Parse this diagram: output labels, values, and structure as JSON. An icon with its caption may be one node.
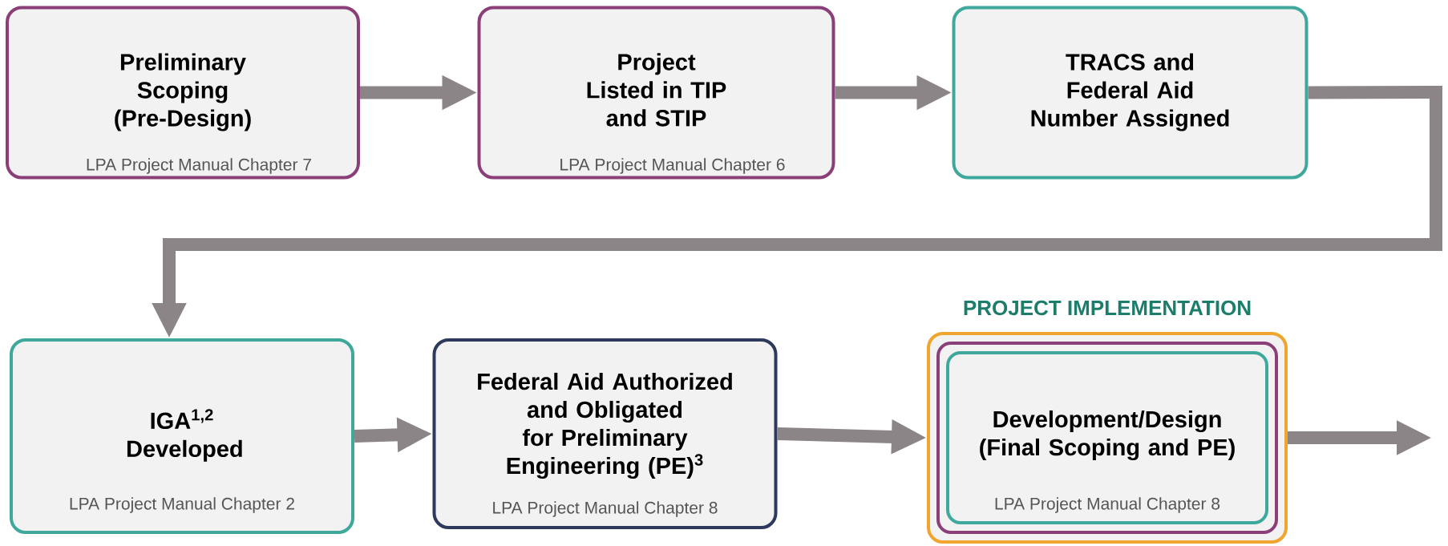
{
  "diagram": {
    "nodes": [
      {
        "text": [
          "Preliminary Scoping (Pre-Design)",
          "LPA Project Manual Chapter 7"
        ]
      },
      {
        "text": [
          "Project Listed in TIP and STIP",
          "LPA Project Manual Chapter 6"
        ]
      },
      {
        "text": [
          "TRACS and Federal Aid Number Assigned"
        ]
      },
      {
        "text": [
          "IGA$^{1,2}$ Developed",
          "LPA Project Manual Chapter 2"
        ]
      },
      {
        "text": [
          "Federal Aid Authorized and Obligated for Preliminary Engineering (PE)$^{3}$",
          "LPA Project Manual Chapter 8"
        ]
      },
      {
        "text": [
          "PROJECT IMPLEMENTATION",
          "Development/Design (Final Scoping and PE)",
          "LPA Project Manual Chapter 8"
        ]
      }
    ],
    "edges": [
      {
        "from": 0,
        "to": 1,
        "arrow": "to"
      },
      {
        "from": 1,
        "to": 2,
        "arrow": "to"
      },
      {
        "from": 2,
        "to": 3,
        "arrow": "to"
      },
      {
        "from": 3,
        "to": 4,
        "arrow": "to"
      },
      {
        "from": 4,
        "to": 5,
        "arrow": "to"
      },
      {
        "from": 5,
        "to": null,
        "arrow": "to"
      }
    ]
  }
}
